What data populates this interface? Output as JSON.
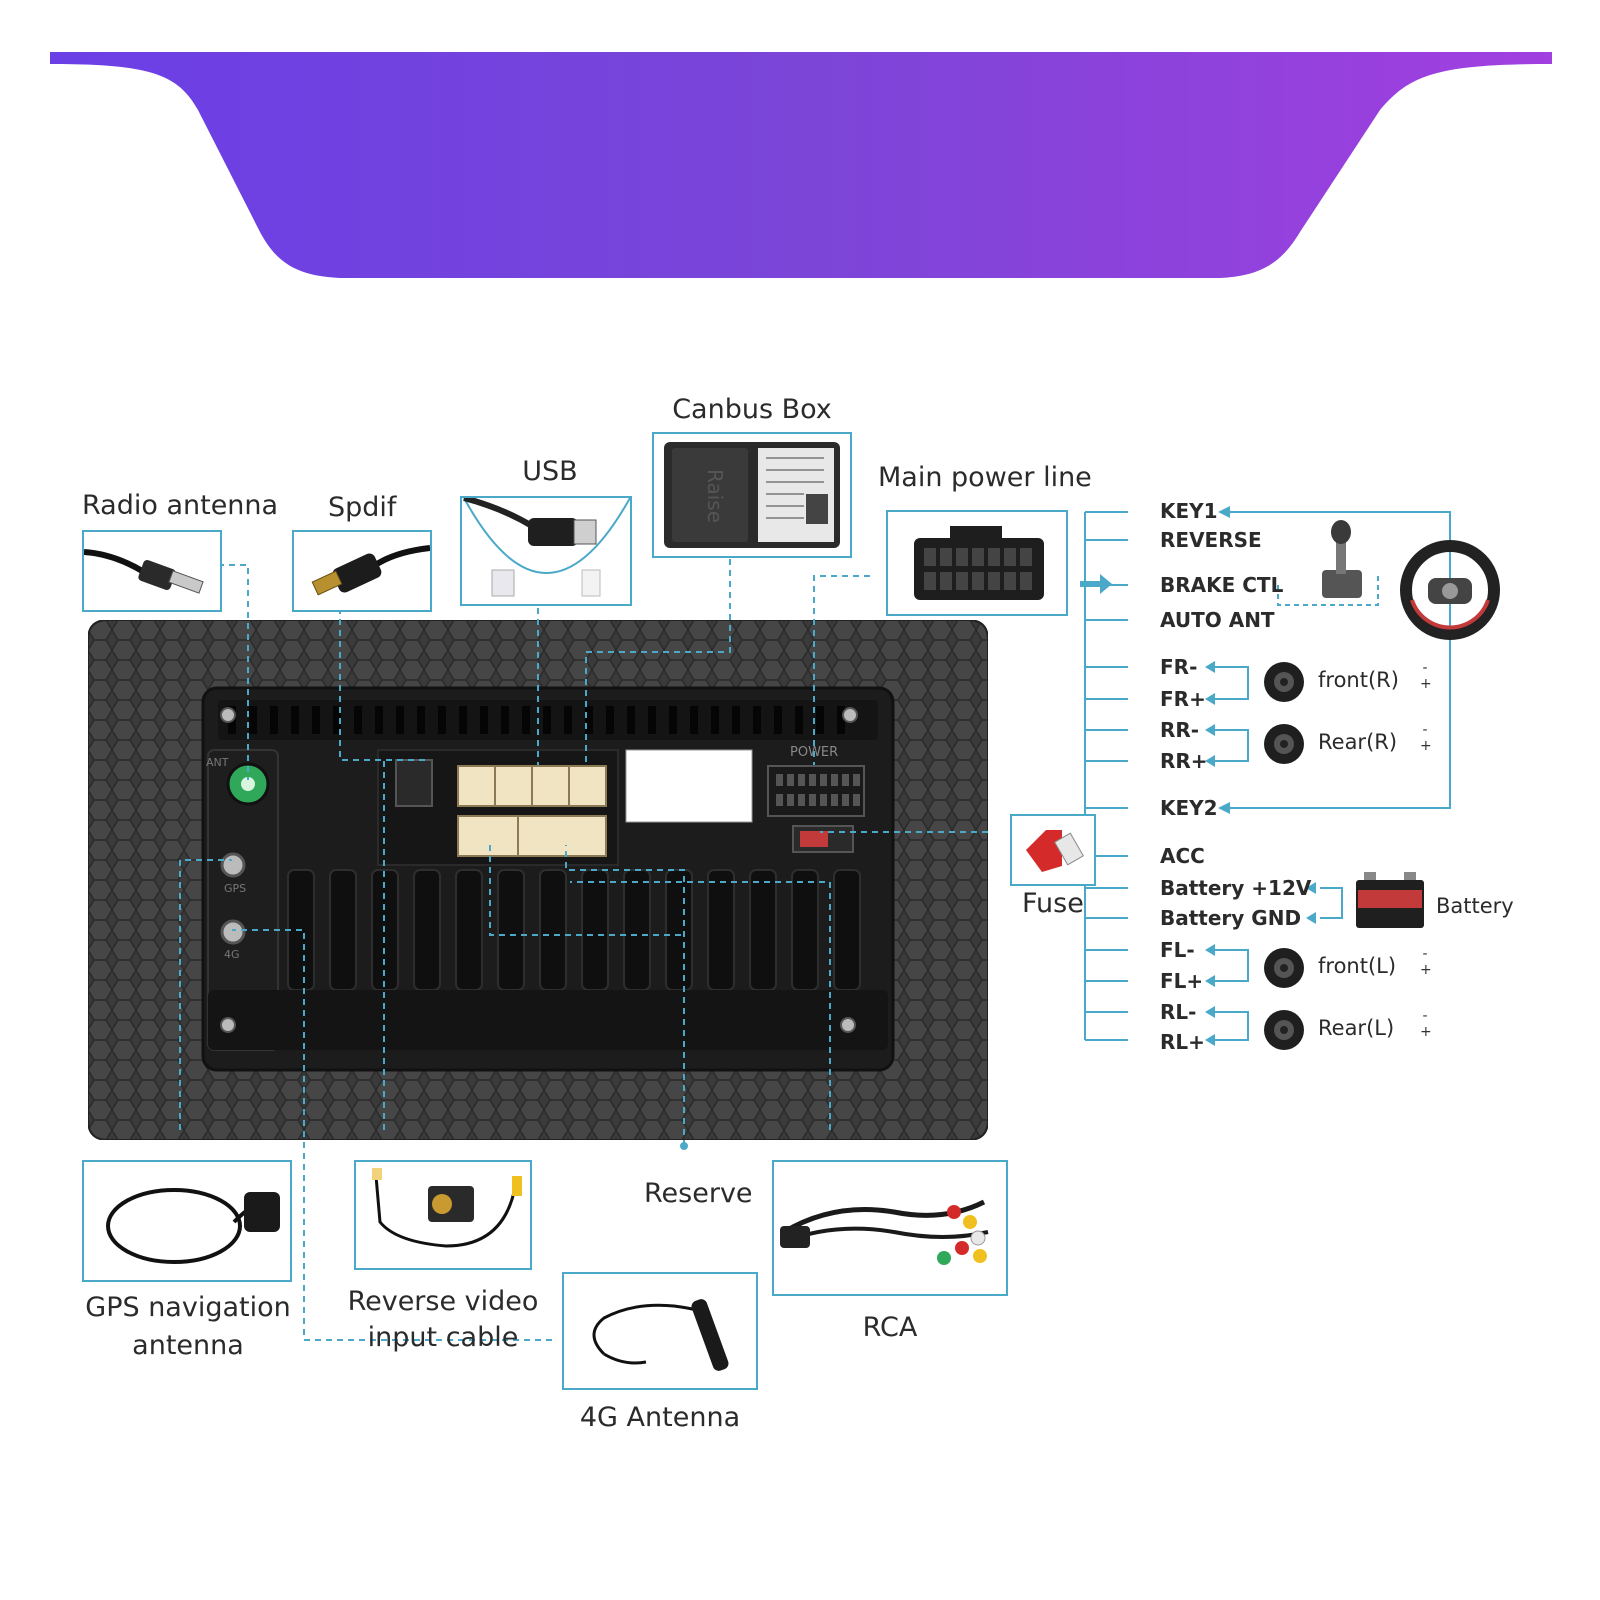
{
  "colors": {
    "banner_start": "#6a3fe6",
    "banner_end": "#a13fe0",
    "line": "#4aa8c8",
    "unit": "#3a3a3a",
    "connector": "#f1e4c2"
  },
  "labels": {
    "canbus_box": "Canbus Box",
    "usb": "USB",
    "main_power_line": "Main power line",
    "radio_antenna": "Radio antenna",
    "spdif": "Spdif",
    "fuse": "Fuse",
    "reserve": "Reserve",
    "gps_line1": "GPS navigation",
    "gps_line2": "antenna",
    "reverse_line1": "Reverse video",
    "reverse_line2": "input cable",
    "rca": "RCA",
    "antenna_4g": "4G Antenna",
    "battery": "Battery"
  },
  "unit_text": {
    "ant": "ANT",
    "power": "POWER",
    "gps": "GPS",
    "g4": "4G",
    "canbus_brand": "Raise"
  },
  "pins": {
    "key1": "KEY1",
    "reverse": "REVERSE",
    "brake_ctl": "BRAKE CTL",
    "auto_ant": "AUTO ANT",
    "fr_minus": "FR-",
    "fr_plus": "FR+",
    "rr_minus": "RR-",
    "rr_plus": "RR+",
    "key2": "KEY2",
    "acc": "ACC",
    "battery_12v": "Battery +12V",
    "battery_gnd": "Battery GND",
    "fl_minus": "FL-",
    "fl_plus": "FL+",
    "rl_minus": "RL-",
    "rl_plus": "RL+"
  },
  "speakers": {
    "front_r": "front(R)",
    "rear_r": "Rear(R)",
    "front_l": "front(L)",
    "rear_l": "Rear(L)"
  },
  "polarity": {
    "minus": "-",
    "plus": "+"
  }
}
